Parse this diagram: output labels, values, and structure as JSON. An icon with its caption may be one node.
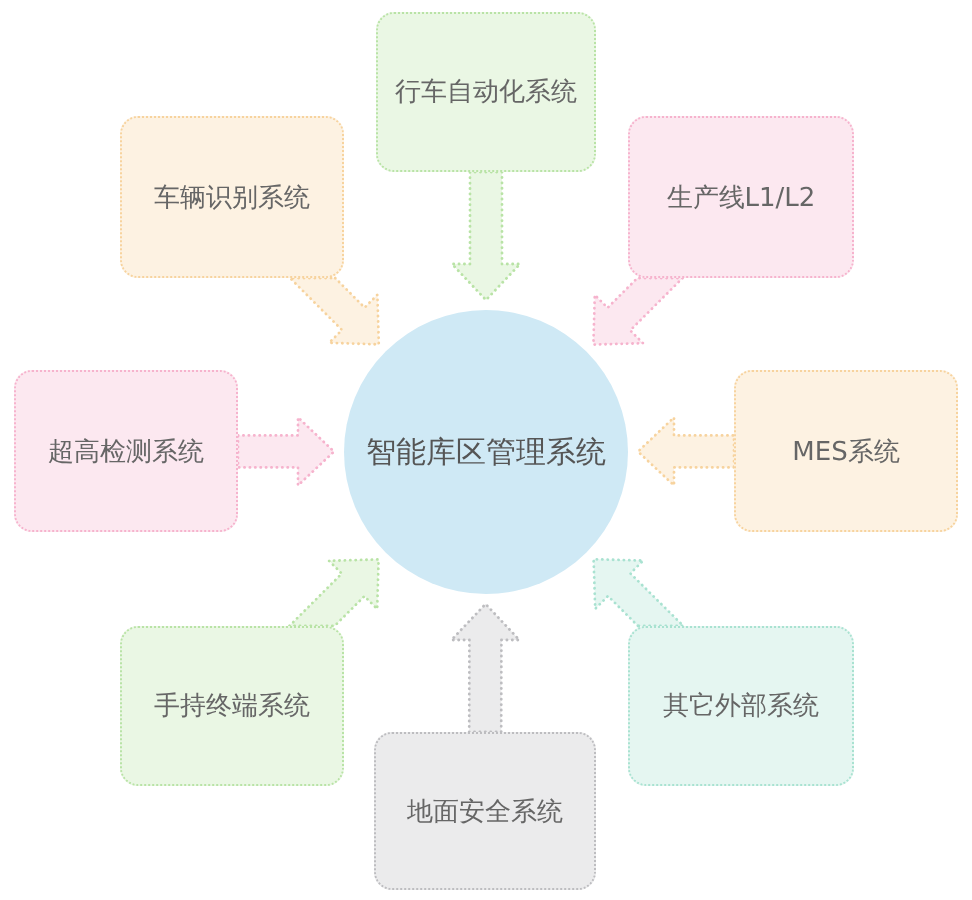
{
  "diagram": {
    "nodes": [
      {
        "text": [
          "行车自动化系统"
        ]
      },
      {
        "text": [
          "车辆识别系统"
        ]
      },
      {
        "text": [
          "生产线L1/L2"
        ]
      },
      {
        "text": [
          "超高检测系统"
        ]
      },
      {
        "text": [
          "智能库区管理系统"
        ]
      },
      {
        "text": [
          "MES系统"
        ]
      },
      {
        "text": [
          "手持终端系统"
        ]
      },
      {
        "text": [
          "其它外部系统"
        ]
      },
      {
        "text": [
          "地面安全系统"
        ]
      }
    ],
    "edges": [
      {
        "from": 0,
        "to": 4,
        "arrow": "to",
        "color": "#b9e3a6"
      },
      {
        "from": 1,
        "to": 4,
        "arrow": "to",
        "color": "#f7d39e"
      },
      {
        "from": 2,
        "to": 4,
        "arrow": "to",
        "color": "#f6b3cd"
      },
      {
        "from": 3,
        "to": 4,
        "arrow": "to",
        "color": "#f6b3cd"
      },
      {
        "from": 5,
        "to": 4,
        "arrow": "to",
        "color": "#f7d39e"
      },
      {
        "from": 6,
        "to": 4,
        "arrow": "to",
        "color": "#b9e3a6"
      },
      {
        "from": 7,
        "to": 4,
        "arrow": "to",
        "color": "#a9e2d1"
      },
      {
        "from": 8,
        "to": 4,
        "arrow": "to",
        "color": "#bdbdc0"
      }
    ]
  }
}
